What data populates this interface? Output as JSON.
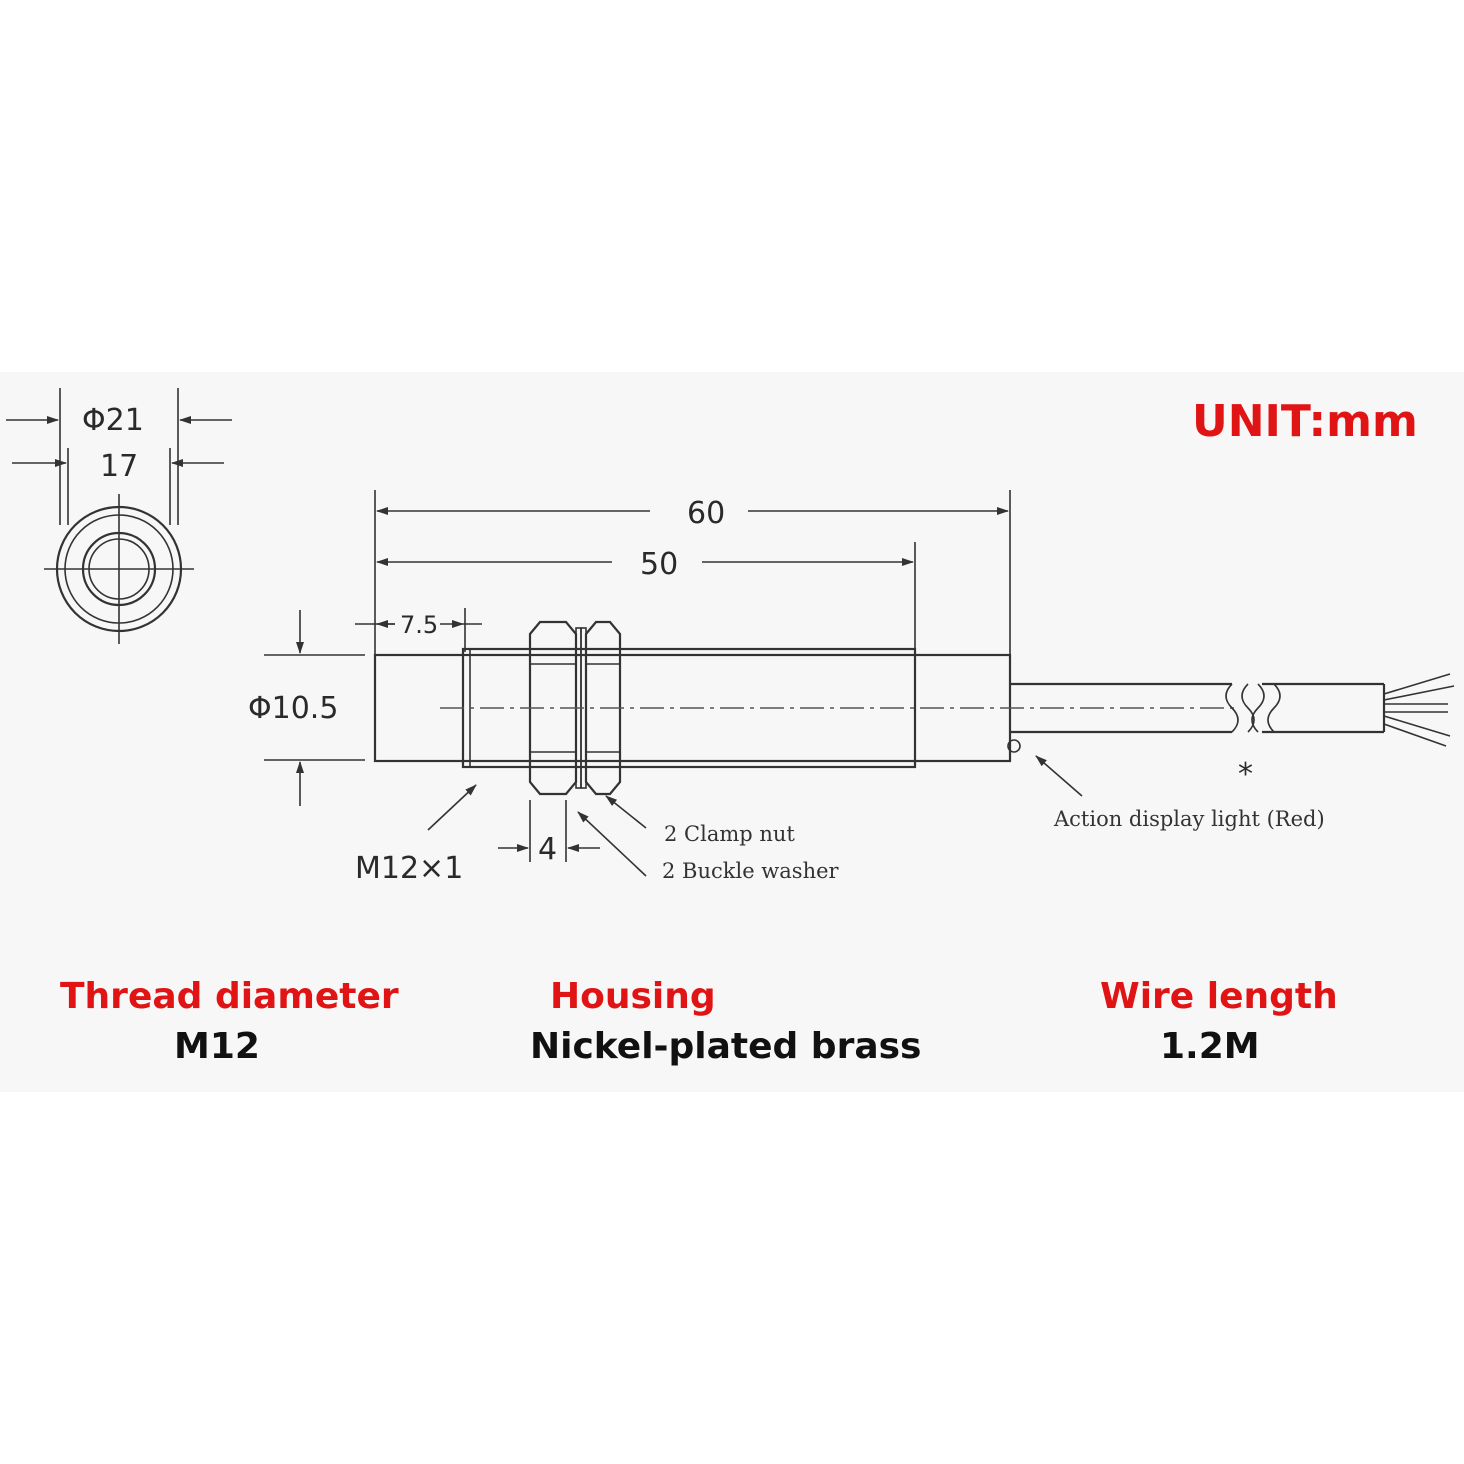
{
  "unit_label": "UNIT:mm",
  "dimensions": {
    "outer_diameter": "Φ21",
    "inner_diameter": "17",
    "overall_length": "60",
    "body_length": "50",
    "thread_start": "7.5",
    "body_diameter": "Φ10.5",
    "nut_width": "4",
    "thread_spec": "M12×1"
  },
  "callouts": {
    "clamp_nut": "2 Clamp nut",
    "buckle_washer": "2 Buckle washer",
    "indicator": "Action display light (Red)",
    "cable_mark": "*"
  },
  "specs": [
    {
      "label": "Thread diameter",
      "value": "M12"
    },
    {
      "label": "Housing",
      "value": "Nickel-plated brass"
    },
    {
      "label": "Wire length",
      "value": "1.2M"
    }
  ],
  "colors": {
    "accent": "#e01414",
    "panel": "#f7f7f7",
    "line": "#333333"
  }
}
